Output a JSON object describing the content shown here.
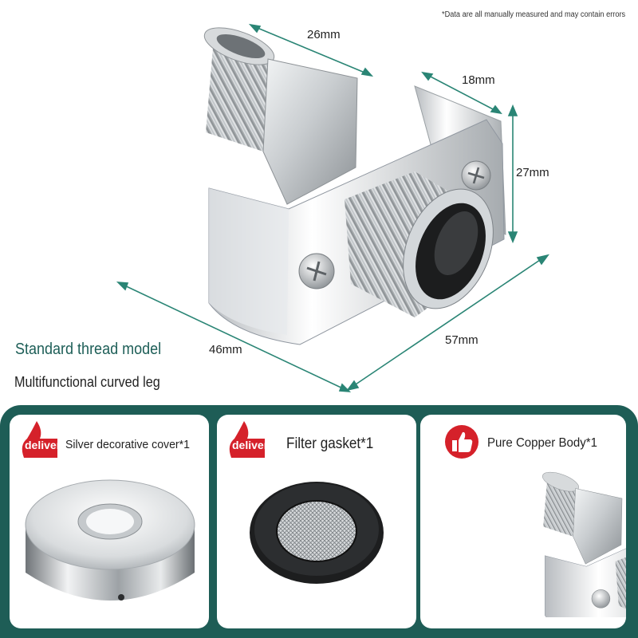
{
  "note": "*Data are all manually measured and may contain errors",
  "dimensions": {
    "top_width": "26mm",
    "depth": "18mm",
    "height": "27mm",
    "length": "57mm",
    "base": "46mm"
  },
  "headline": "Standard thread model",
  "subheadline": "Multifunctional curved leg",
  "cards": [
    {
      "badge": "deliver",
      "label": "Silver decorative cover*1"
    },
    {
      "badge": "deliver",
      "label": "Filter gasket*1"
    },
    {
      "label": "Pure Copper Body*1"
    }
  ],
  "colors": {
    "accent": "#1e5d56",
    "badge_red": "#d5212a"
  }
}
